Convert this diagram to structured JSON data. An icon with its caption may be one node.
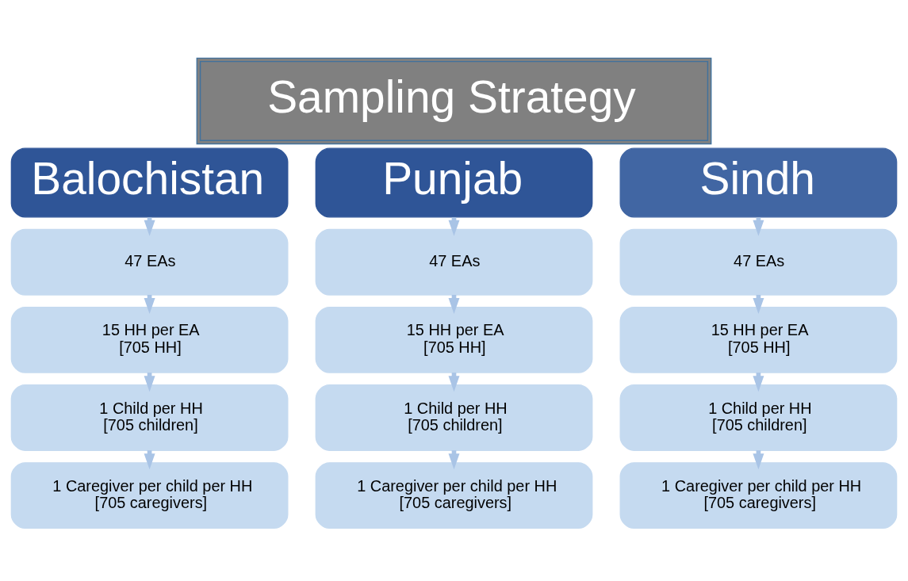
{
  "diagram": {
    "title": "Sampling Strategy",
    "nodes": [
      {
        "text": [
          "Balochistan"
        ]
      },
      {
        "text": [
          "47 EAs"
        ]
      },
      {
        "text": [
          "15 HH per EA",
          "[705 HH]"
        ]
      },
      {
        "text": [
          "1 Child per HH",
          "[705 children]"
        ]
      },
      {
        "text": [
          "1 Caregiver per child per HH",
          "[705 caregivers]"
        ]
      },
      {
        "text": [
          "Punjab"
        ]
      },
      {
        "text": [
          "47 EAs"
        ]
      },
      {
        "text": [
          "15 HH per EA",
          "[705 HH]"
        ]
      },
      {
        "text": [
          "1 Child per HH",
          "[705 children]"
        ]
      },
      {
        "text": [
          "1 Caregiver per child per HH",
          "[705 caregivers]"
        ]
      },
      {
        "text": [
          "Sindh"
        ]
      },
      {
        "text": [
          "47 EAs"
        ]
      },
      {
        "text": [
          "15 HH per EA",
          "[705 HH]"
        ]
      },
      {
        "text": [
          "1 Child per HH",
          "[705 children]"
        ]
      },
      {
        "text": [
          "1 Caregiver per child per HH",
          "[705 caregivers]"
        ]
      }
    ],
    "edges": [
      {
        "from": 0,
        "to": 1,
        "arrow": "to"
      },
      {
        "from": 1,
        "to": 2,
        "arrow": "to"
      },
      {
        "from": 2,
        "to": 3,
        "arrow": "to"
      },
      {
        "from": 3,
        "to": 4,
        "arrow": "to"
      },
      {
        "from": 5,
        "to": 6,
        "arrow": "to"
      },
      {
        "from": 6,
        "to": 7,
        "arrow": "to"
      },
      {
        "from": 7,
        "to": 8,
        "arrow": "to"
      },
      {
        "from": 8,
        "to": 9,
        "arrow": "to"
      },
      {
        "from": 10,
        "to": 11,
        "arrow": "to"
      },
      {
        "from": 11,
        "to": 12,
        "arrow": "to"
      },
      {
        "from": 12,
        "to": 13,
        "arrow": "to"
      },
      {
        "from": 13,
        "to": 14,
        "arrow": "to"
      }
    ]
  }
}
